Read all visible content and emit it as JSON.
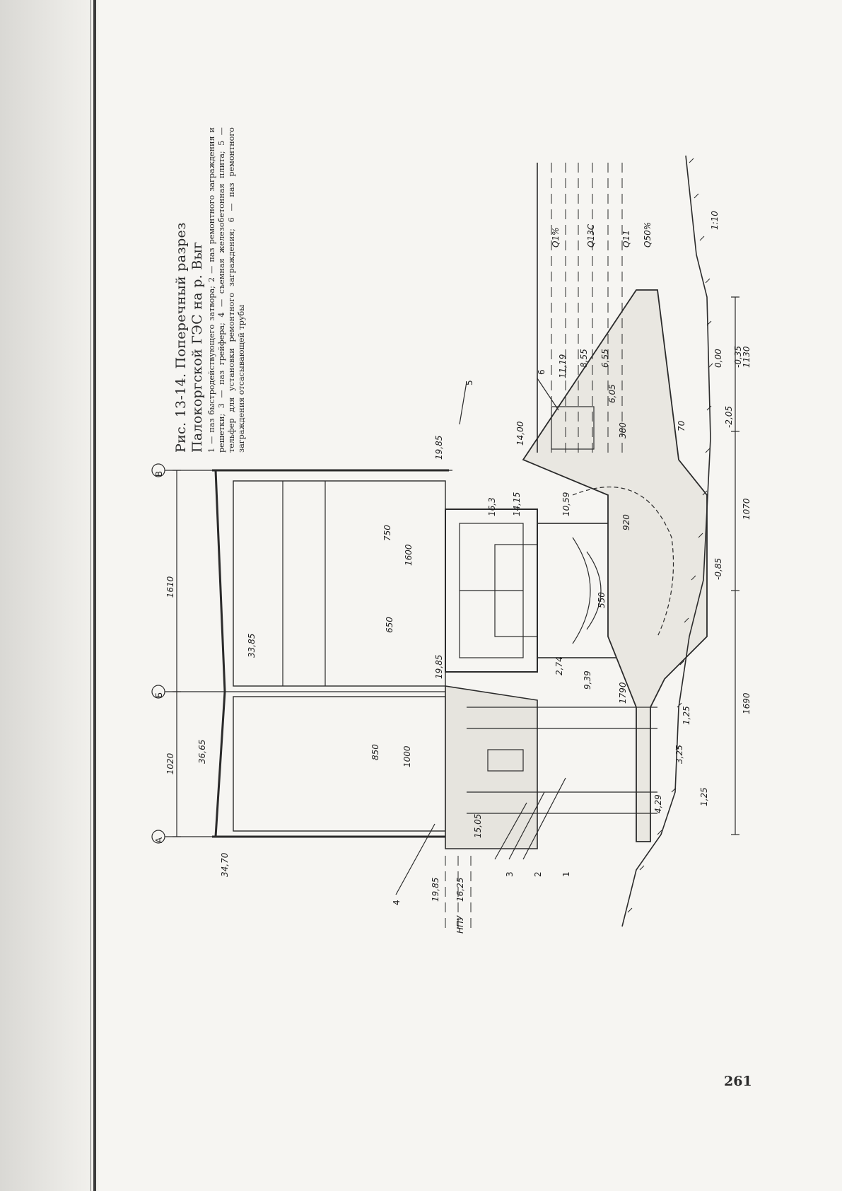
{
  "caption": {
    "title": "Рис. 13-14. Поперечный разрез Палокоргской ГЭС на р. Выг",
    "legend": "1 — паз быстродействующего затвора; 2 — паз ремонтного заграждения и решетки; 3 — паз грейфера; 4 — съемная железобетонная плита; 5 — тельфер для установки ремонтного заграждения; 6 — паз ремонтного заграждения отсасывающей трубы"
  },
  "page_number": "261",
  "drawing": {
    "axes": [
      "А",
      "Б",
      "В"
    ],
    "spans": [
      "1020",
      "1610"
    ],
    "elevations": [
      "34,70",
      "36,65",
      "33,85",
      "19,85",
      "19,85",
      "19,85",
      "16,25",
      "15,05",
      "14,15",
      "14,00",
      "16,3",
      "11,19",
      "10,59",
      "9,39",
      "8,55",
      "6,55",
      "6,05",
      "4,29",
      "3,25",
      "2,74",
      "1,25",
      "1,25",
      "0,00",
      "-0,35",
      "-0,85",
      "-2,05"
    ],
    "dimensions": [
      "850",
      "1000",
      "650",
      "1600",
      "750",
      "1790",
      "1690",
      "1070",
      "1130",
      "920",
      "380",
      "70",
      "550"
    ],
    "callouts": [
      "1",
      "2",
      "3",
      "4",
      "5",
      "6"
    ],
    "npu_label": "НПУ",
    "flow_labels": [
      "Q1%",
      "Q13C",
      "Q11",
      "Q50%"
    ],
    "slope_label": "1:10"
  }
}
